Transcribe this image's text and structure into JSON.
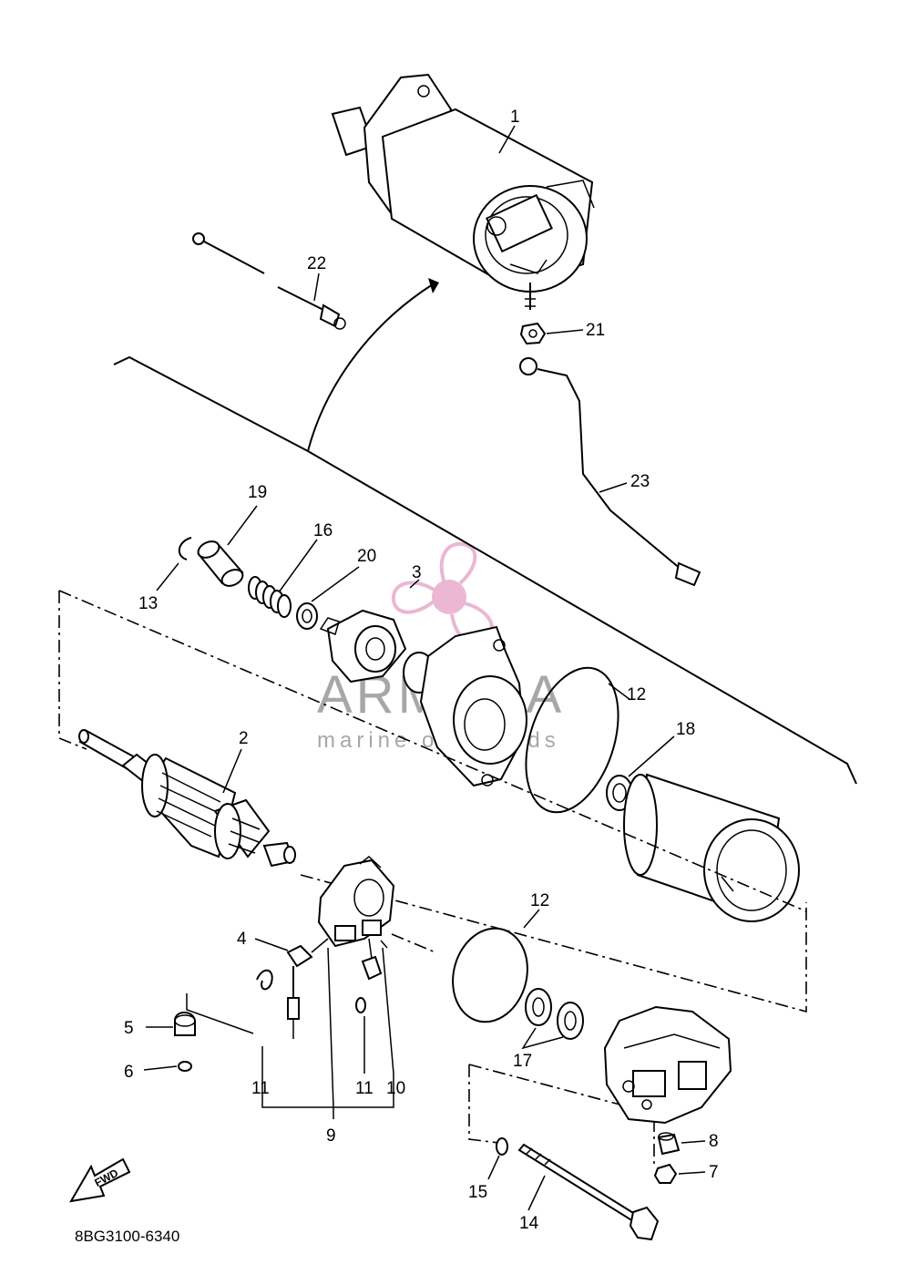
{
  "diagram_code": "8BG3100-6340",
  "fwd_label": "FWD",
  "watermark": {
    "title": "ARMADA",
    "subtitle": "marine outboards",
    "accent_color": "#e7a6c9",
    "text_color": "#8a8a8a"
  },
  "callouts": {
    "c1": "1",
    "c2": "2",
    "c3": "3",
    "c4": "4",
    "c5": "5",
    "c6": "6",
    "c7": "7",
    "c8": "8",
    "c9": "9",
    "c10": "10",
    "c11a": "11",
    "c11b": "11",
    "c12a": "12",
    "c12b": "12",
    "c13": "13",
    "c14": "14",
    "c15": "15",
    "c16": "16",
    "c17": "17",
    "c18": "18",
    "c19": "19",
    "c20": "20",
    "c21": "21",
    "c22": "22",
    "c23": "23"
  }
}
